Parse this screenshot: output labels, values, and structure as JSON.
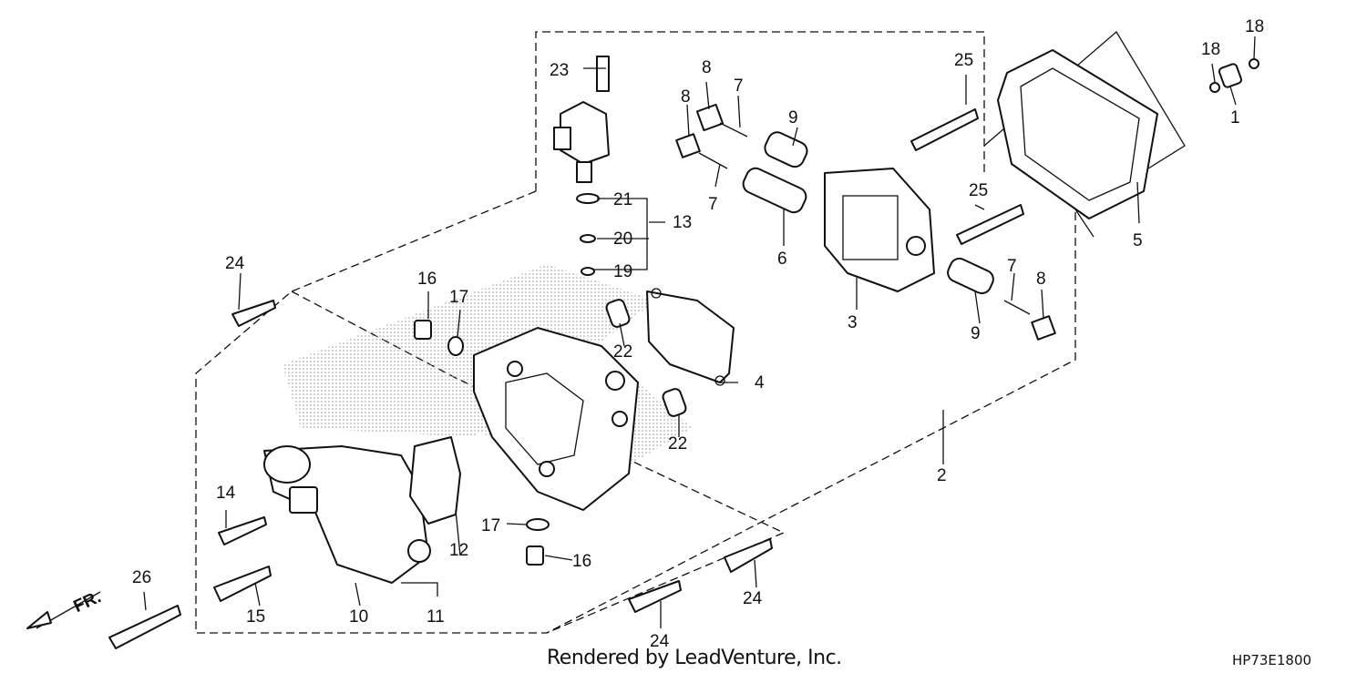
{
  "footer": {
    "credit": "Rendered by LeadVenture, Inc.",
    "code": "HP73E1800"
  },
  "direction": "FR.",
  "callouts": {
    "c1": "1",
    "c2": "2",
    "c3": "3",
    "c4": "4",
    "c5": "5",
    "c6": "6",
    "c7a": "7",
    "c7b": "7",
    "c7c": "7",
    "c8a": "8",
    "c8b": "8",
    "c8c": "8",
    "c9a": "9",
    "c9b": "9",
    "c10": "10",
    "c11": "11",
    "c12": "12",
    "c13": "13",
    "c14": "14",
    "c15": "15",
    "c16a": "16",
    "c16b": "16",
    "c17a": "17",
    "c17b": "17",
    "c18a": "18",
    "c18b": "18",
    "c19": "19",
    "c20": "20",
    "c21": "21",
    "c22a": "22",
    "c22b": "22",
    "c23": "23",
    "c24a": "24",
    "c24b": "24",
    "c24c": "24",
    "c25a": "25",
    "c25b": "25",
    "c26": "26"
  }
}
